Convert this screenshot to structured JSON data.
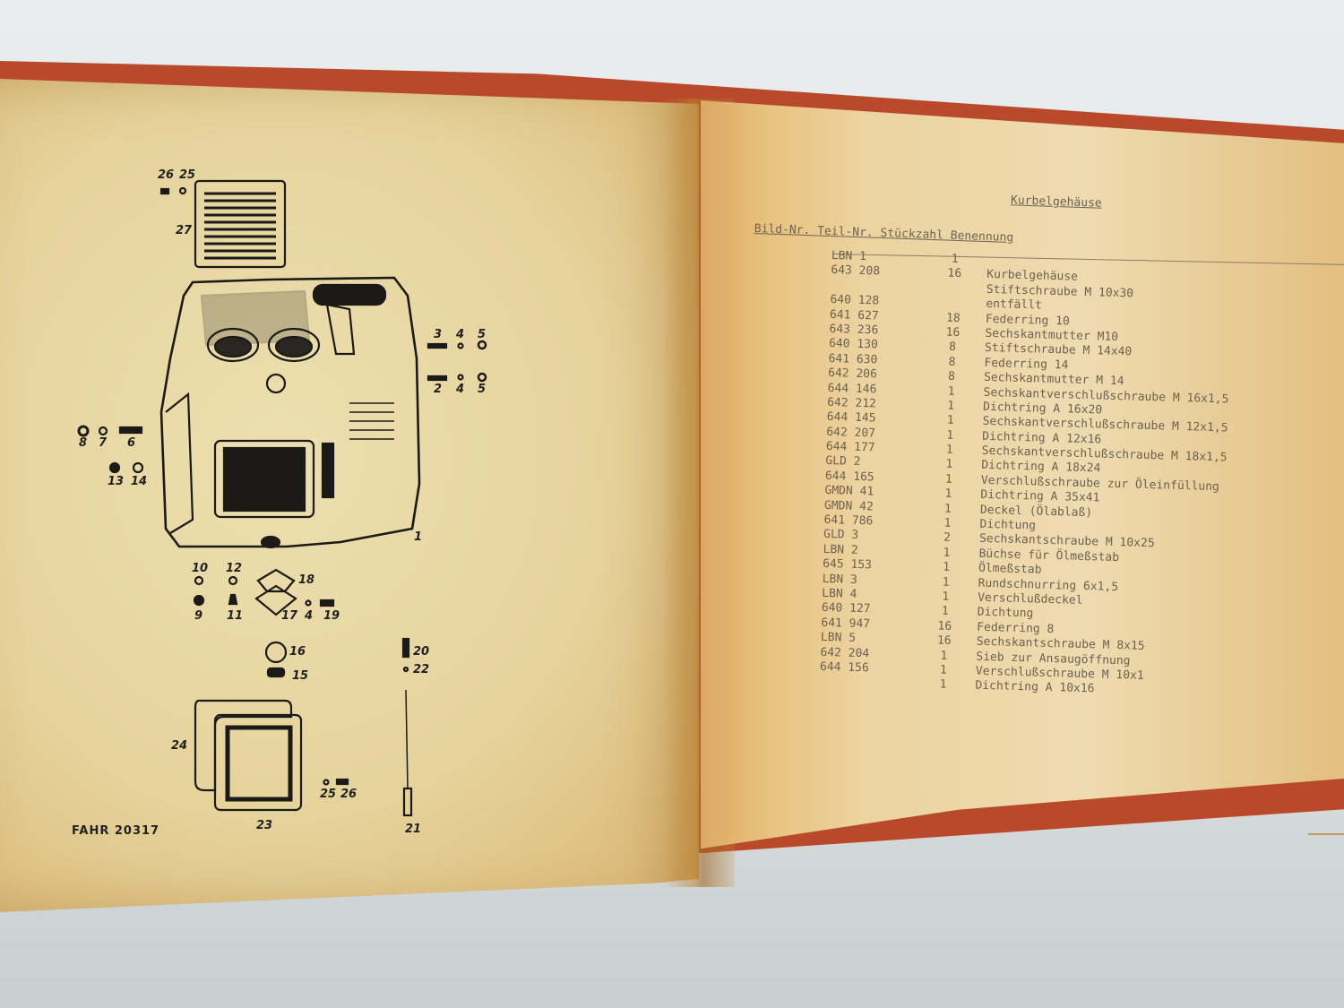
{
  "left_page": {
    "figure_code": "FAHR 20317",
    "callouts": [
      "1",
      "2",
      "3",
      "4",
      "5",
      "6",
      "7",
      "8",
      "9",
      "10",
      "11",
      "12",
      "13",
      "14",
      "15",
      "16",
      "17",
      "18",
      "19",
      "20",
      "21",
      "22",
      "23",
      "24",
      "25",
      "26",
      "27"
    ]
  },
  "right_page": {
    "title": "Kurbelgehäuse",
    "columns": [
      "Bild-Nr.",
      "Teil-Nr.",
      "Stückzahl",
      "Benennung"
    ],
    "header_line": "Bild-Nr. Teil-Nr. Stückzahl Benennung",
    "rows": [
      {
        "part": "LBN 1",
        "qty": "1",
        "name": ""
      },
      {
        "part": "643 208",
        "qty": "16",
        "name": "Kurbelgehäuse"
      },
      {
        "part": "",
        "qty": "",
        "name": "Stiftschraube M 10x30"
      },
      {
        "part": "640 128",
        "qty": "",
        "name": "entfällt"
      },
      {
        "part": "641 627",
        "qty": "18",
        "name": "Federring 10"
      },
      {
        "part": "643 236",
        "qty": "16",
        "name": "Sechskantmutter M10"
      },
      {
        "part": "640 130",
        "qty": "8",
        "name": "Stiftschraube M 14x40"
      },
      {
        "part": "641 630",
        "qty": "8",
        "name": "Federring 14"
      },
      {
        "part": "642 206",
        "qty": "8",
        "name": "Sechskantmutter M 14"
      },
      {
        "part": "644 146",
        "qty": "1",
        "name": "Sechskantverschlußschraube M 16x1,5"
      },
      {
        "part": "642 212",
        "qty": "1",
        "name": "Dichtring A 16x20"
      },
      {
        "part": "644 145",
        "qty": "1",
        "name": "Sechskantverschlußschraube M 12x1,5"
      },
      {
        "part": "642 207",
        "qty": "1",
        "name": "Dichtring A 12x16"
      },
      {
        "part": "644 177",
        "qty": "1",
        "name": "Sechskantverschlußschraube M 18x1,5"
      },
      {
        "part": "GLD 2",
        "qty": "1",
        "name": "Dichtring A 18x24"
      },
      {
        "part": "644 165",
        "qty": "1",
        "name": "Verschlußschraube zur Öleinfüllung"
      },
      {
        "part": "GMDN 41",
        "qty": "1",
        "name": "Dichtring A 35x41"
      },
      {
        "part": "GMDN 42",
        "qty": "1",
        "name": "Deckel (Ölablaß)"
      },
      {
        "part": "641 786",
        "qty": "1",
        "name": "Dichtung"
      },
      {
        "part": "GLD 3",
        "qty": "2",
        "name": "Sechskantschraube M 10x25"
      },
      {
        "part": "LBN 2",
        "qty": "1",
        "name": "Büchse für Ölmeßstab"
      },
      {
        "part": "645 153",
        "qty": "1",
        "name": "Ölmeßstab"
      },
      {
        "part": "LBN 3",
        "qty": "1",
        "name": "Rundschnurring 6x1,5"
      },
      {
        "part": "LBN 4",
        "qty": "1",
        "name": "Verschlußdeckel"
      },
      {
        "part": "640 127",
        "qty": "1",
        "name": "Dichtung"
      },
      {
        "part": "641 947",
        "qty": "16",
        "name": "Federring 8"
      },
      {
        "part": "LBN 5",
        "qty": "16",
        "name": "Sechskantschraube M 8x15"
      },
      {
        "part": "642 204",
        "qty": "1",
        "name": "Sieb zur Ansaugöffnung"
      },
      {
        "part": "644 156",
        "qty": "1",
        "name": "Verschlußschraube M 10x1"
      },
      {
        "part": "",
        "qty": "1",
        "name": "Dichtring A 10x16"
      }
    ]
  },
  "colors": {
    "cover": "#b8492a",
    "page_left": "#e6d39c",
    "page_right": "#ecd3a0",
    "typewriter_ink": "#6d6250",
    "print_ink": "#1c1a16",
    "background": "#dfe4e5"
  }
}
